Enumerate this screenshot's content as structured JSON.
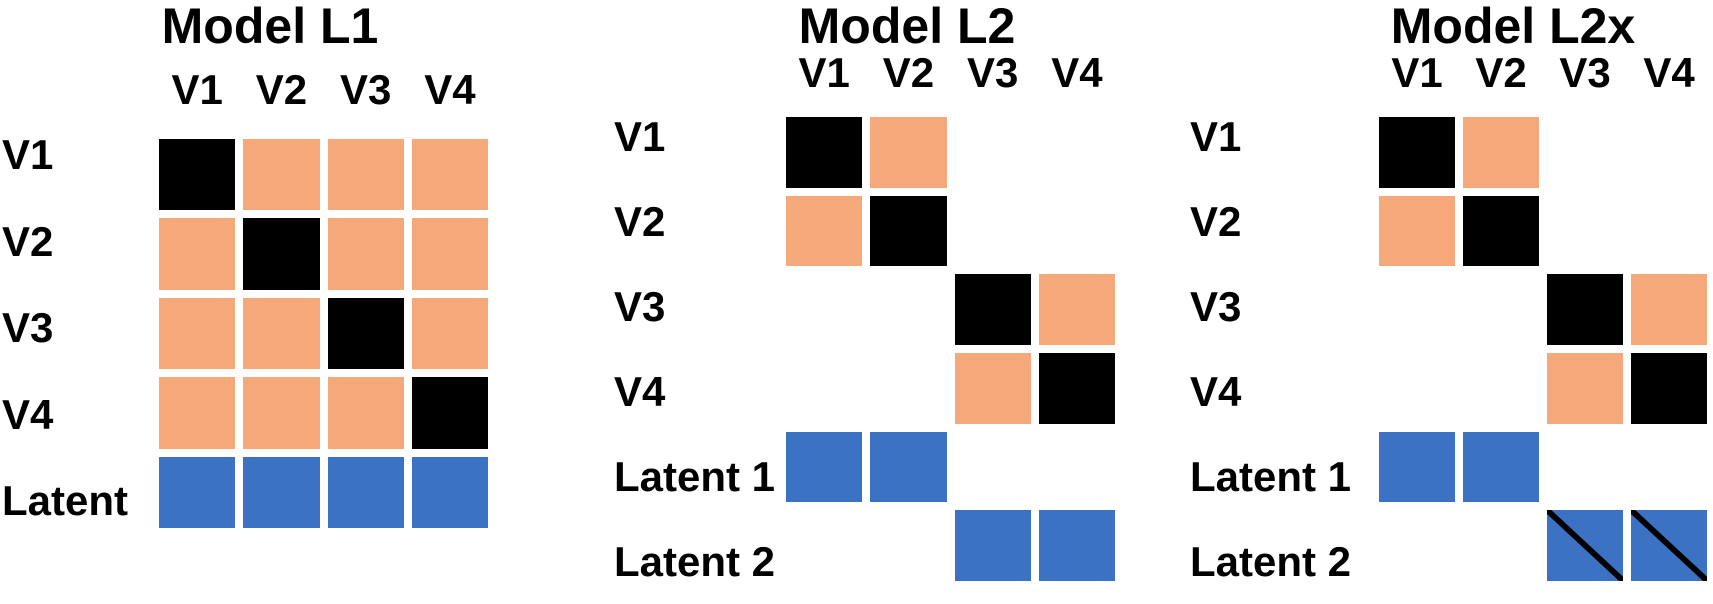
{
  "figure_name": "latent-model-matrices",
  "colors": {
    "background": "#FFFFFF",
    "black": "#000000",
    "orange": "#F5A97A",
    "blue": "#3C72C4",
    "white": "#FFFFFF",
    "slash_line": "#000000",
    "text": "#000000"
  },
  "cell_types": [
    "black",
    "orange",
    "white",
    "blue",
    "blue-slash"
  ],
  "models": [
    {
      "id": "L1",
      "title": "Model L1",
      "col_headers": [
        "V1",
        "V2",
        "V3",
        "V4"
      ],
      "row_labels": [
        "V1",
        "V2",
        "V3",
        "V4",
        "Latent"
      ],
      "cells": [
        [
          "black",
          "orange",
          "orange",
          "orange"
        ],
        [
          "orange",
          "black",
          "orange",
          "orange"
        ],
        [
          "orange",
          "orange",
          "black",
          "orange"
        ],
        [
          "orange",
          "orange",
          "orange",
          "black"
        ],
        [
          "blue",
          "blue",
          "blue",
          "blue"
        ]
      ]
    },
    {
      "id": "L2",
      "title": "Model L2",
      "col_headers": [
        "V1",
        "V2",
        "V3",
        "V4"
      ],
      "row_labels": [
        "V1",
        "V2",
        "V3",
        "V4",
        "Latent 1",
        "Latent 2"
      ],
      "cells": [
        [
          "black",
          "orange",
          "white",
          "white"
        ],
        [
          "orange",
          "black",
          "white",
          "white"
        ],
        [
          "white",
          "white",
          "black",
          "orange"
        ],
        [
          "white",
          "white",
          "orange",
          "black"
        ],
        [
          "blue",
          "blue",
          "white",
          "white"
        ],
        [
          "white",
          "white",
          "blue",
          "blue"
        ]
      ]
    },
    {
      "id": "L2x",
      "title": "Model L2x",
      "col_headers": [
        "V1",
        "V2",
        "V3",
        "V4"
      ],
      "row_labels": [
        "V1",
        "V2",
        "V3",
        "V4",
        "Latent 1",
        "Latent 2"
      ],
      "cells": [
        [
          "black",
          "orange",
          "white",
          "white"
        ],
        [
          "orange",
          "black",
          "white",
          "white"
        ],
        [
          "white",
          "white",
          "black",
          "orange"
        ],
        [
          "white",
          "white",
          "orange",
          "black"
        ],
        [
          "blue",
          "blue",
          "white",
          "white"
        ],
        [
          "white",
          "white",
          "blue-slash",
          "blue-slash"
        ]
      ]
    }
  ]
}
